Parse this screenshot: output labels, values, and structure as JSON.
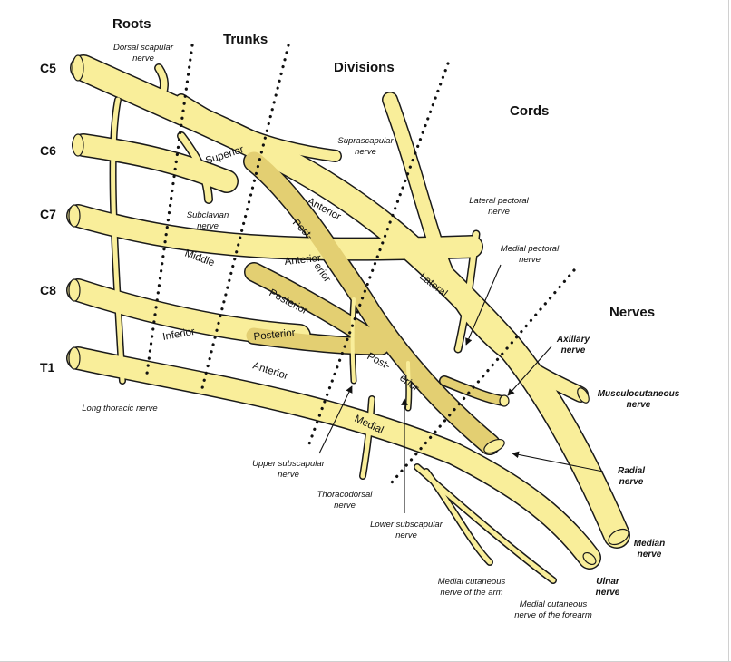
{
  "headers": {
    "roots": "Roots",
    "trunks": "Trunks",
    "divisions": "Divisions",
    "cords": "Cords",
    "nerves": "Nerves"
  },
  "roots": [
    "C5",
    "C6",
    "C7",
    "C8",
    "T1"
  ],
  "segments": {
    "superior": "Superior",
    "middle": "Middle",
    "inferior": "Inferior",
    "anterior_superior": "Anterior",
    "anterior_middle": "Anterior",
    "anterior_inferior": "Anterior",
    "posterior_superior_a": "Post-",
    "posterior_superior_b": "erior",
    "posterior_middle": "Posterior",
    "posterior_inferior": "Posterior",
    "lateral": "Lateral",
    "posterior_cord_a": "Post-",
    "posterior_cord_b": "erior",
    "medial": "Medial"
  },
  "nerve_notes": {
    "dorsal_scapular": [
      "Dorsal scapular",
      "nerve"
    ],
    "suprascapular": [
      "Suprascapular",
      "nerve"
    ],
    "subclavian": [
      "Subclavian",
      "nerve"
    ],
    "lateral_pectoral": [
      "Lateral pectoral",
      "nerve"
    ],
    "medial_pectoral": [
      "Medial pectoral",
      "nerve"
    ],
    "long_thoracic": [
      "Long thoracic nerve"
    ],
    "upper_subscapular": [
      "Upper subscapular",
      "nerve"
    ],
    "thoracodorsal": [
      "Thoracodorsal",
      "nerve"
    ],
    "lower_subscapular": [
      "Lower subscapular",
      "nerve"
    ],
    "med_cut_arm": [
      "Medial cutaneous",
      "nerve of the arm"
    ],
    "med_cut_forearm": [
      "Medial cutaneous",
      "nerve of the forearm"
    ]
  },
  "terminal_nerves": {
    "axillary": [
      "Axillary",
      "nerve"
    ],
    "musculocutaneous": [
      "Musculocutaneous",
      "nerve"
    ],
    "radial": [
      "Radial",
      "nerve"
    ],
    "median": [
      "Median",
      "nerve"
    ],
    "ulnar": [
      "Ulnar",
      "nerve"
    ]
  },
  "colors": {
    "nerve_fill": "#f9ee9a",
    "posterior_fill": "#e3cf72",
    "outline": "#1a1a1a"
  }
}
